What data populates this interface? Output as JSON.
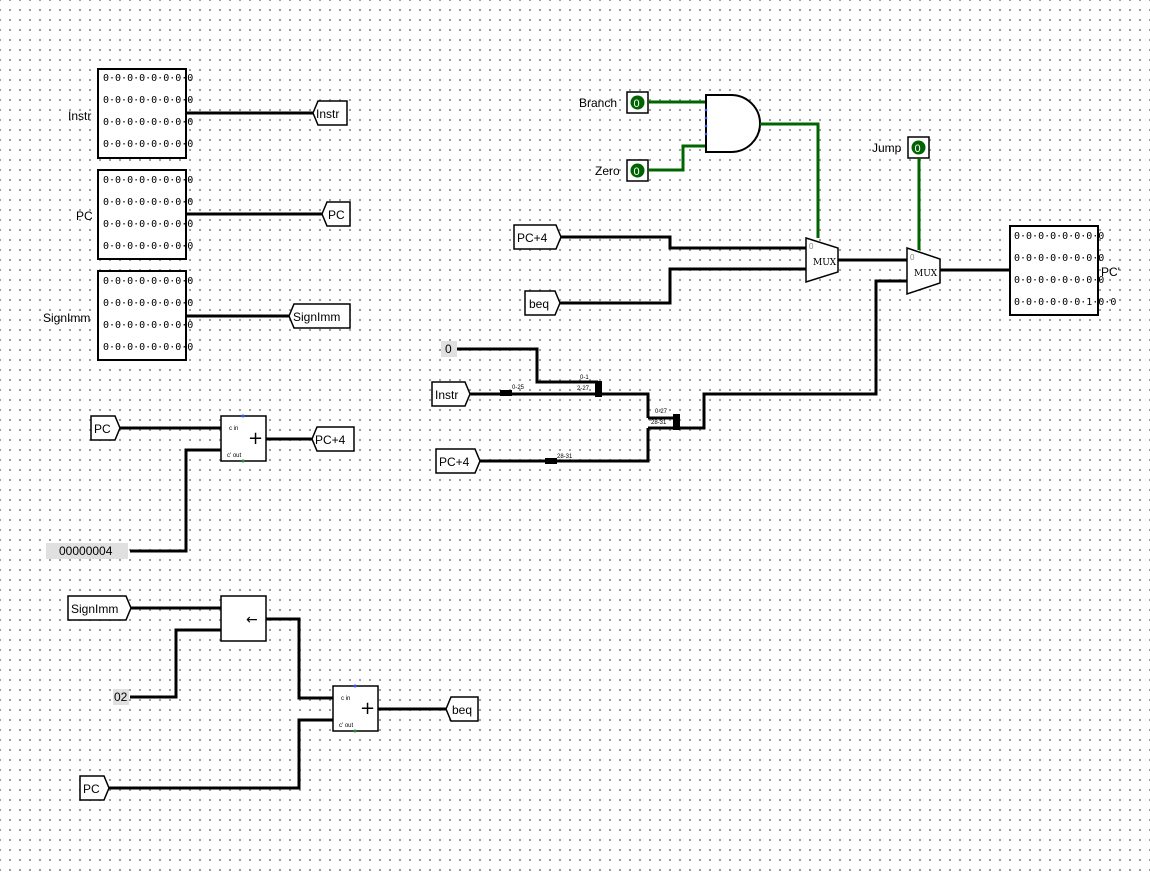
{
  "colors": {
    "wire": "#000000",
    "active_wire": "#006400",
    "pin_fill": "#006400",
    "pin_text": "#ffffff",
    "dot_grid": "#9a9a9a",
    "const_bg": "#e0e0e0"
  },
  "probes": [
    {
      "label": "Instr",
      "tunnel": "Instr",
      "rows": [
        "0·0·0·0·0·0·0·0",
        "0·0·0·0·0·0·0·0",
        "0·0·0·0·0·0·0·0",
        "0·0·0·0·0·0·0·0"
      ]
    },
    {
      "label": "PC",
      "tunnel": "PC",
      "rows": [
        "0·0·0·0·0·0·0·0",
        "0·0·0·0·0·0·0·0",
        "0·0·0·0·0·0·0·0",
        "0·0·0·0·0·0·0·0"
      ]
    },
    {
      "label": "SignImm",
      "tunnel": "SignImm",
      "rows": [
        "0·0·0·0·0·0·0·0",
        "0·0·0·0·0·0·0·0",
        "0·0·0·0·0·0·0·0",
        "0·0·0·0·0·0·0·0"
      ]
    }
  ],
  "output_probe": {
    "label": "PC'",
    "rows": [
      "0·0·0·0·0·0·0·0",
      "0·0·0·0·0·0·0·0",
      "0·0·0·0·0·0·0·0",
      "0·0·0·0·0·0·1·0·0"
    ]
  },
  "pins": {
    "branch": {
      "label": "Branch",
      "value": "0"
    },
    "zero": {
      "label": "Zero",
      "value": "0"
    },
    "jump": {
      "label": "Jump",
      "value": "0"
    }
  },
  "adder1": {
    "in_tunnel": "PC",
    "out_tunnel": "PC+4",
    "constant": "00000004",
    "symbol": "+",
    "pin_labels": {
      "c_in": "c  in",
      "c_out": "c' out"
    }
  },
  "adder2": {
    "out_tunnel": "beq",
    "in_tunnel": "PC",
    "symbol": "+",
    "pin_labels": {
      "c_in": "c  in",
      "c_out": "c' out"
    }
  },
  "shifter": {
    "in_tunnel": "SignImm",
    "constant": "02",
    "symbol": "←"
  },
  "mux1": {
    "label": "MUX",
    "zero_label": "0",
    "in0_tunnel": "PC+4",
    "in1_tunnel": "beq"
  },
  "mux2": {
    "label": "MUX",
    "zero_label": "0"
  },
  "jump_address": {
    "const0": "0",
    "instr_tunnel": "Instr",
    "pc4_tunnel": "PC+4",
    "split_instr": "0-25",
    "merge1_top": "0-1",
    "merge1_bottom": "2-27",
    "merge2_top": "0-27",
    "merge2_bottom": "28-31",
    "split_pc4": "28-31"
  }
}
